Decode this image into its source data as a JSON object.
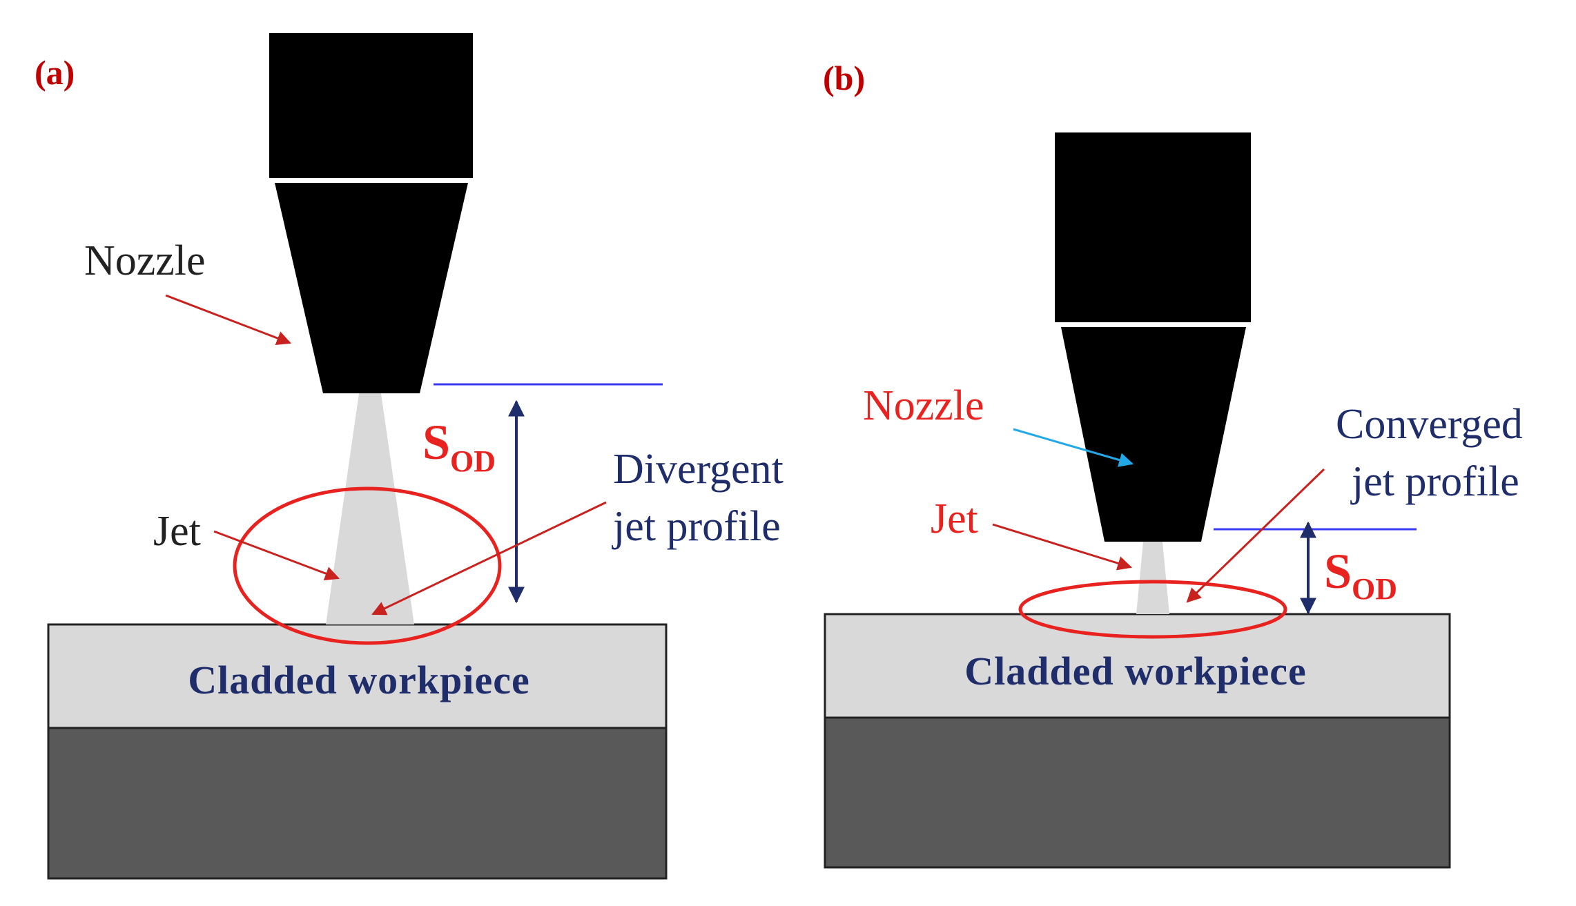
{
  "colors": {
    "nozzle": "#000000",
    "jet": "#d9d9d9",
    "cladding": "#d9d9d9",
    "base": "#595959",
    "annotation_red": "#e8221f",
    "arrow_red": "#c9211e",
    "navy": "#1f2d6b",
    "blue_line": "#3a3af0",
    "cyan_arrow": "#22a8e6",
    "text_dark": "#222222"
  },
  "panel_a": {
    "tag": "(a)",
    "nozzle_label": "Nozzle",
    "jet_label": "Jet",
    "profile_label_line1": "Divergent",
    "profile_label_line2": "jet profile",
    "sod_main": "S",
    "sod_sub": "OD",
    "workpiece_label": "Cladded workpiece"
  },
  "panel_b": {
    "tag": "(b)",
    "nozzle_label": "Nozzle",
    "jet_label": "Jet",
    "profile_label_line1": "Converged",
    "profile_label_line2": "jet profile",
    "sod_main": "S",
    "sod_sub": "OD",
    "workpiece_label": "Cladded workpiece"
  }
}
